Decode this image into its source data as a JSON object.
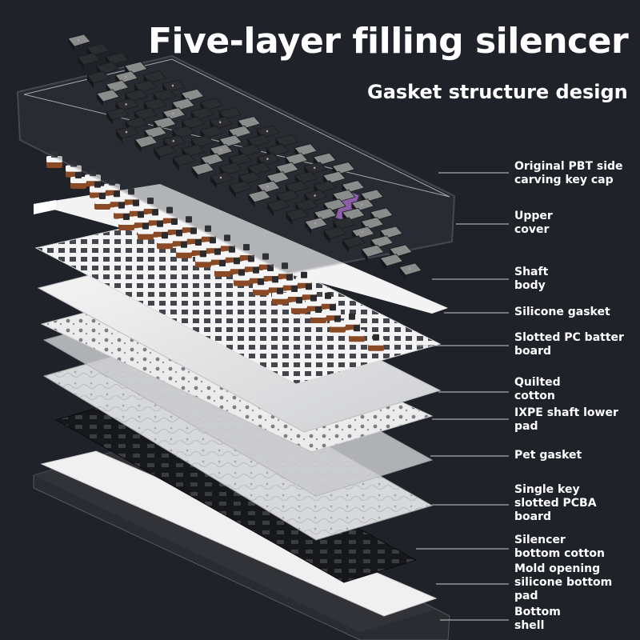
{
  "header": {
    "title": "Five-layer filling silencer",
    "subtitle": "Gasket structure design"
  },
  "labels": [
    {
      "lines": [
        "Original PBT side",
        "carving key cap"
      ]
    },
    {
      "lines": [
        "Upper",
        "cover"
      ]
    },
    {
      "lines": [
        "Shaft",
        "body"
      ]
    },
    {
      "lines": [
        "Silicone gasket"
      ]
    },
    {
      "lines": [
        "Slotted PC batter",
        "board"
      ]
    },
    {
      "lines": [
        "Quilted",
        "cotton"
      ]
    },
    {
      "lines": [
        "IXPE shaft lower",
        "pad"
      ]
    },
    {
      "lines": [
        "Pet gasket"
      ]
    },
    {
      "lines": [
        "Single key",
        "slotted PCBA",
        "board"
      ]
    },
    {
      "lines": [
        "Silencer",
        "bottom cotton"
      ]
    },
    {
      "lines": [
        "Mold opening",
        "silicone bottom",
        "pad"
      ]
    },
    {
      "lines": [
        "Bottom",
        "shell"
      ]
    }
  ],
  "colors": {
    "background": "#1f2229",
    "keycap_dark": "#2b2d31",
    "keycap_light": "#8a8d8c",
    "keycap_accent": "#b39cb4",
    "white_layer": "#f2f2f2",
    "switch_brown": "#8a4a25"
  }
}
